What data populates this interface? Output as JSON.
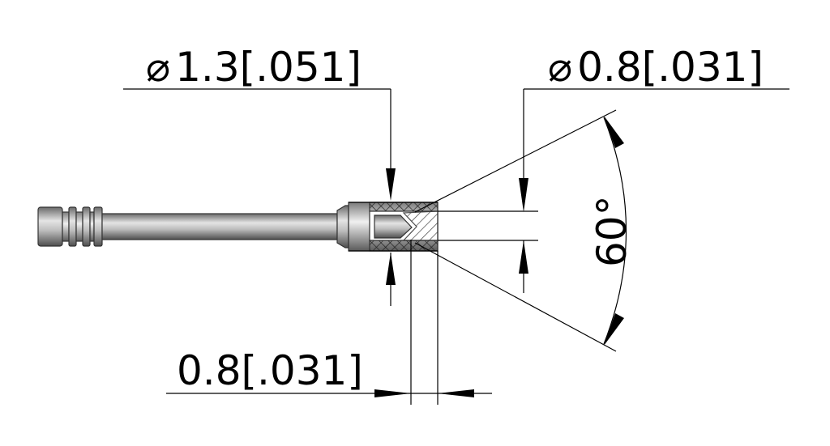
{
  "dimensions": {
    "outer_diameter": {
      "symbol": "⌀",
      "value": "1.3[.051]"
    },
    "inner_diameter": {
      "symbol": "⌀",
      "value": "0.8[.031]"
    },
    "depth": {
      "value": "0.8[.031]"
    },
    "angle": {
      "value": "60°"
    }
  },
  "colors": {
    "line": "#000000",
    "metal_dark": "#5a5a5a",
    "metal_light": "#d8d8d8",
    "hatch": "#222222"
  }
}
